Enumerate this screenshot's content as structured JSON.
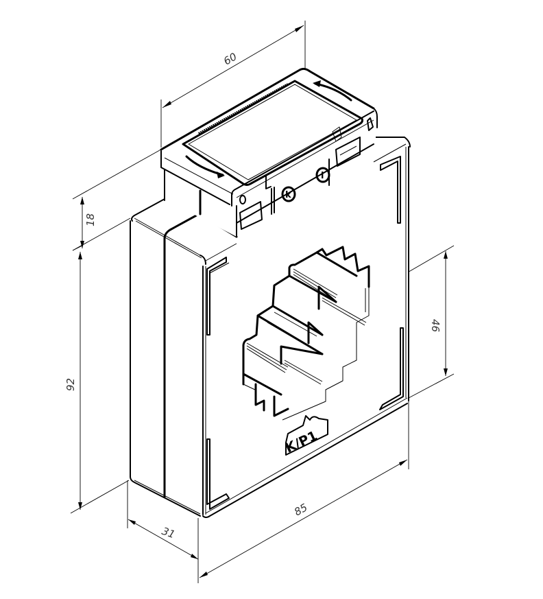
{
  "drawing": {
    "subject": "Current transformer isometric drawing",
    "colors": {
      "line": "#000000",
      "background": "#ffffff",
      "dimension_text": "#333333"
    }
  },
  "dimensions": {
    "top_width": "60",
    "terminal_height": "18",
    "body_height": "92",
    "window_height": "46",
    "body_depth": "31",
    "body_width": "85"
  },
  "markings": {
    "terminal_k": "k",
    "terminal_l": "l",
    "polarity_label": "K/P1"
  }
}
